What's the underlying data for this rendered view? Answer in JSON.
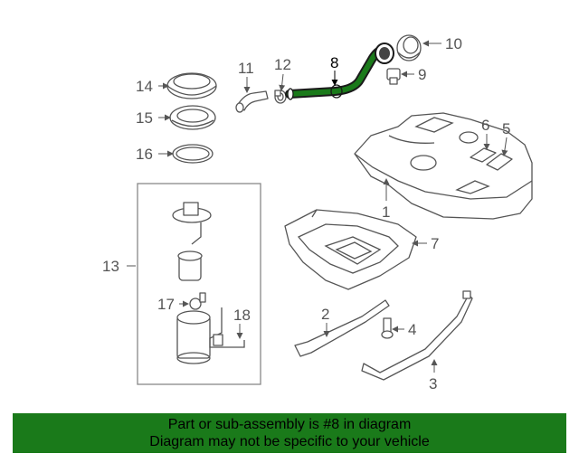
{
  "callouts": {
    "c1": "1",
    "c2": "2",
    "c3": "3",
    "c4": "4",
    "c5": "5",
    "c6": "6",
    "c7": "7",
    "c8": "8",
    "c9": "9",
    "c10": "10",
    "c11": "11",
    "c12": "12",
    "c13": "13",
    "c14": "14",
    "c15": "15",
    "c16": "16",
    "c17": "17",
    "c18": "18"
  },
  "highlight": {
    "part": "8",
    "color": "#1a7a1a"
  },
  "banner": {
    "line1": "Part or sub-assembly is #8 in diagram",
    "line2": "Diagram may not be specific to your vehicle",
    "background": "#1a7a1a"
  }
}
